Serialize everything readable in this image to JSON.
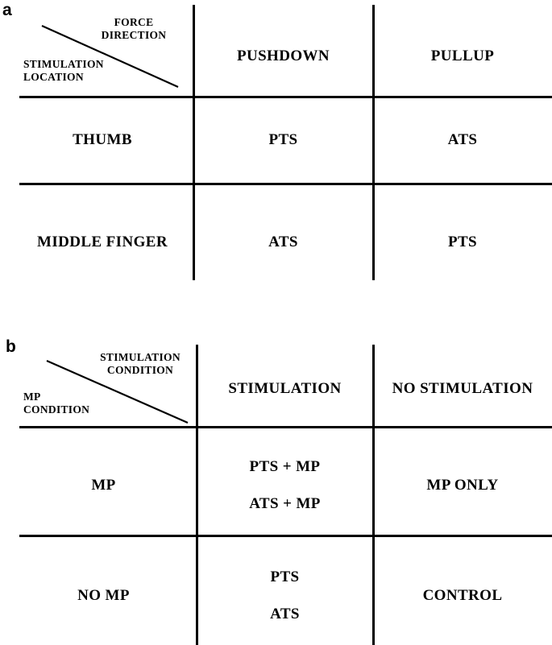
{
  "figure": {
    "panels": [
      {
        "key": "a",
        "label": "a",
        "corner": {
          "top_caption": "FORCE\nDIRECTION",
          "bottom_caption": "STIMULATION\nLOCATION"
        },
        "column_headers": [
          "PUSHDOWN",
          "PULLUP"
        ],
        "rows": [
          {
            "header": "THUMB",
            "cells": [
              [
                "PTS"
              ],
              [
                "ATS"
              ]
            ]
          },
          {
            "header": "MIDDLE FINGER",
            "cells": [
              [
                "ATS"
              ],
              [
                "PTS"
              ]
            ]
          }
        ]
      },
      {
        "key": "b",
        "label": "b",
        "corner": {
          "top_caption": "STIMULATION\nCONDITION",
          "bottom_caption": "MP\nCONDITION"
        },
        "column_headers": [
          "STIMULATION",
          "NO STIMULATION"
        ],
        "rows": [
          {
            "header": "MP",
            "cells": [
              [
                "PTS + MP",
                "ATS + MP"
              ],
              [
                "MP ONLY"
              ]
            ]
          },
          {
            "header": "NO MP",
            "cells": [
              [
                "PTS",
                "ATS"
              ],
              [
                "CONTROL"
              ]
            ]
          }
        ]
      }
    ],
    "colors": {
      "ink": "#000000",
      "background": "#ffffff"
    }
  }
}
